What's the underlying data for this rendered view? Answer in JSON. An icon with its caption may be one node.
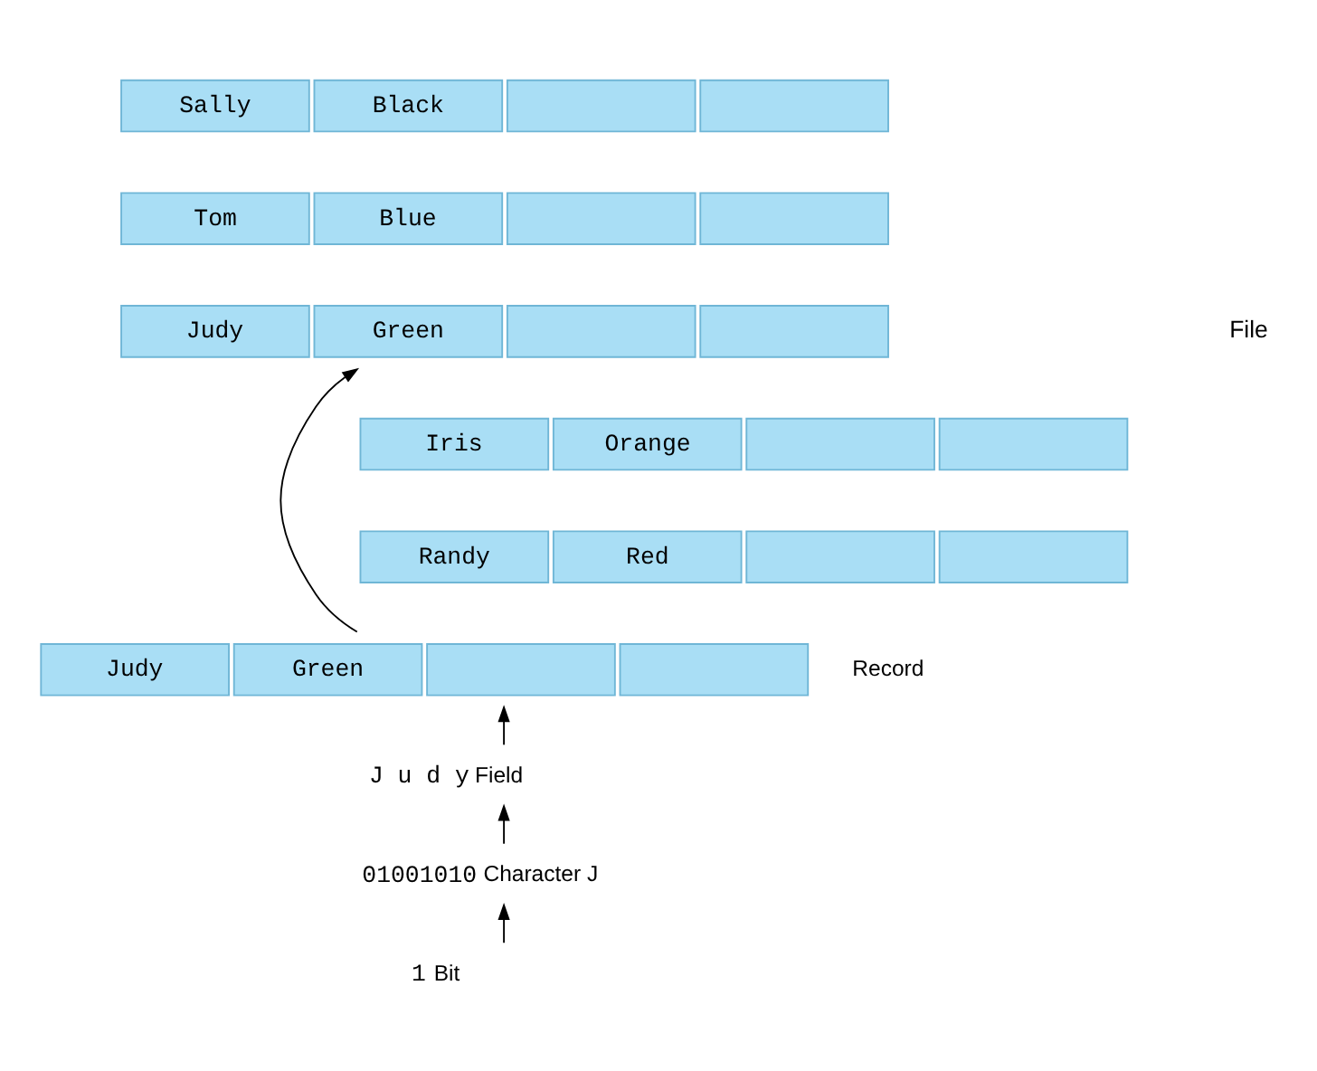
{
  "diagram": {
    "nodes": [
      {
        "text": [
          "Sally",
          "Black"
        ]
      },
      {
        "text": [
          "Tom",
          "Blue"
        ]
      },
      {
        "text": [
          "Judy",
          "Green"
        ]
      },
      {
        "text": [
          "Iris",
          "Orange"
        ]
      },
      {
        "text": [
          "Randy",
          "Red"
        ]
      },
      {
        "text": [
          "Judy",
          "Green"
        ],
        "beside": [
          "Record"
        ]
      },
      {
        "text": [
          "J u d y"
        ],
        "beside": [
          "Field"
        ]
      },
      {
        "text": [
          "01001010"
        ],
        "beside": [
          "Character J"
        ]
      },
      {
        "text": [
          "1"
        ],
        "beside": [
          "Bit"
        ]
      }
    ],
    "edges": [
      {
        "from": 8,
        "to": 7,
        "arrow": "to"
      },
      {
        "from": 7,
        "to": 6,
        "arrow": "to"
      },
      {
        "from": 6,
        "to": 5,
        "arrow": "to"
      },
      {
        "from": 5,
        "to": 2,
        "arrow": "to"
      }
    ],
    "labels": [
      "File"
    ]
  }
}
